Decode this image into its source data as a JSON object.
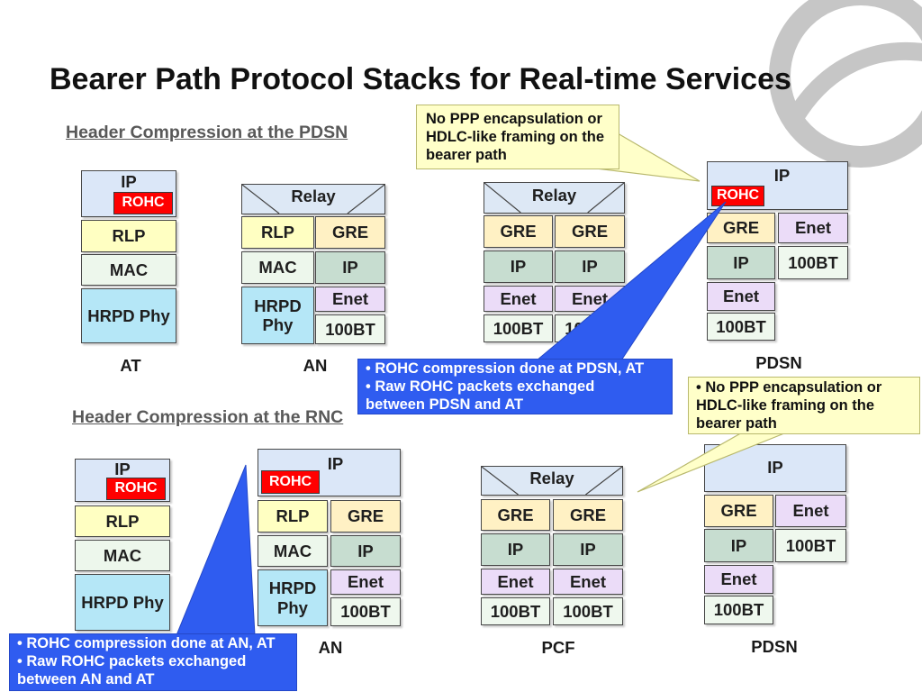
{
  "title": "Bearer Path Protocol Stacks for Real-time Services",
  "colors": {
    "ip_layer": "#dbe7f8",
    "rohc": "#ff0000",
    "blue_callout": "#2f5cf0",
    "yellow_callout": "#ffffc9"
  },
  "logo_icon": "globe-swoosh-icon",
  "pdsn_case": {
    "heading": "Header Compression at the PDSN",
    "at": {
      "ip": "IP",
      "rohc": "ROHC",
      "rlp": "RLP",
      "mac": "MAC",
      "phy": "HRPD Phy",
      "label": "AT"
    },
    "an": {
      "relay": "Relay",
      "rlp": "RLP",
      "gre": "GRE",
      "mac": "MAC",
      "ip": "IP",
      "phy": "HRPD Phy",
      "enet": "Enet",
      "link": "100BT",
      "label": "AN"
    },
    "relay_node": {
      "relay": "Relay",
      "gre_left": "GRE",
      "gre_right": "GRE",
      "ip_left": "IP",
      "ip_right": "IP",
      "enet_left": "Enet",
      "enet_right": "Enet",
      "link_left": "100BT",
      "link_right": "100BT"
    },
    "pdsn": {
      "ip": "IP",
      "rohc": "ROHC",
      "gre": "GRE",
      "ip_lower": "IP",
      "enet_lower": "Enet",
      "link_lower": "100BT",
      "enet_right": "Enet",
      "link_right": "100BT",
      "label": "PDSN"
    },
    "framing_note": "No PPP encapsulation or HDLC-like framing on the bearer path",
    "rohc_notes": [
      "ROHC compression done at PDSN, AT",
      "Raw ROHC packets exchanged between PDSN and AT"
    ]
  },
  "rnc_case": {
    "heading": "Header Compression at the RNC",
    "at": {
      "ip": "IP",
      "rohc": "ROHC",
      "rlp": "RLP",
      "mac": "MAC",
      "phy": "HRPD Phy"
    },
    "an": {
      "ip": "IP",
      "rohc": "ROHC",
      "rlp": "RLP",
      "gre": "GRE",
      "mac": "MAC",
      "ip_right": "IP",
      "phy": "HRPD Phy",
      "enet": "Enet",
      "link": "100BT",
      "label": "AN"
    },
    "pcf": {
      "relay": "Relay",
      "gre_left": "GRE",
      "gre_right": "GRE",
      "ip_left": "IP",
      "ip_right": "IP",
      "enet_left": "Enet",
      "enet_right": "Enet",
      "link_left": "100BT",
      "link_right": "100BT",
      "label": "PCF"
    },
    "pdsn": {
      "ip": "IP",
      "gre": "GRE",
      "ip_lower": "IP",
      "enet_lower": "Enet",
      "link_lower": "100BT",
      "enet_right": "Enet",
      "link_right": "100BT",
      "label": "PDSN"
    },
    "framing_note": "No PPP encapsulation or HDLC-like framing on the bearer path",
    "rohc_notes": [
      "ROHC compression done at AN, AT",
      "Raw ROHC packets exchanged between AN and AT"
    ]
  }
}
